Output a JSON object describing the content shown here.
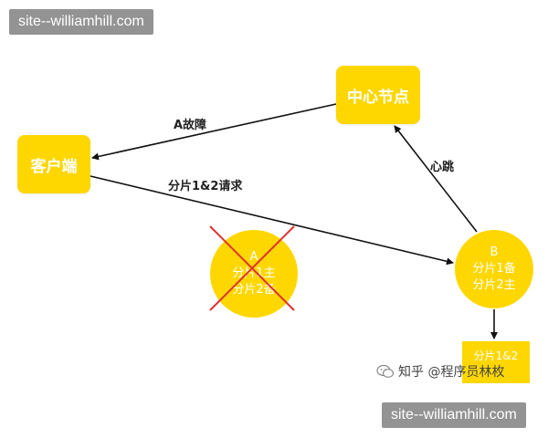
{
  "watermark": {
    "top": "site‐‐williamhill.com",
    "bottom": "site‐‐williamhill.com"
  },
  "nodes": {
    "client": "客户端",
    "center": "中心节点",
    "a": {
      "name": "A",
      "line1": "分片1主",
      "line2": "分片2备"
    },
    "b": {
      "name": "B",
      "line1": "分片1备",
      "line2": "分片2主"
    },
    "shard_box": "分片1&2"
  },
  "edges": {
    "fault": "A故障",
    "request": "分片1&2请求",
    "heartbeat": "心跳"
  },
  "credit": {
    "text": "知乎 @程序员林枚"
  },
  "colors": {
    "node": "#FFD700",
    "cross": "#E03030",
    "arrow": "#111111"
  }
}
